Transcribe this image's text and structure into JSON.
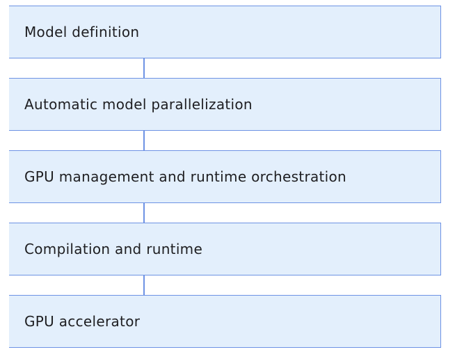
{
  "diagram": {
    "layers": [
      {
        "label": "Model definition"
      },
      {
        "label": "Automatic model parallelization"
      },
      {
        "label": "GPU management and runtime orchestration"
      },
      {
        "label": "Compilation and runtime"
      },
      {
        "label": "GPU accelerator"
      }
    ]
  },
  "colors": {
    "background": "#ffffff",
    "box_fill": "#e3effc",
    "box_border": "#6d92e4",
    "connector": "#6d92e4",
    "text": "#1e1e21"
  }
}
